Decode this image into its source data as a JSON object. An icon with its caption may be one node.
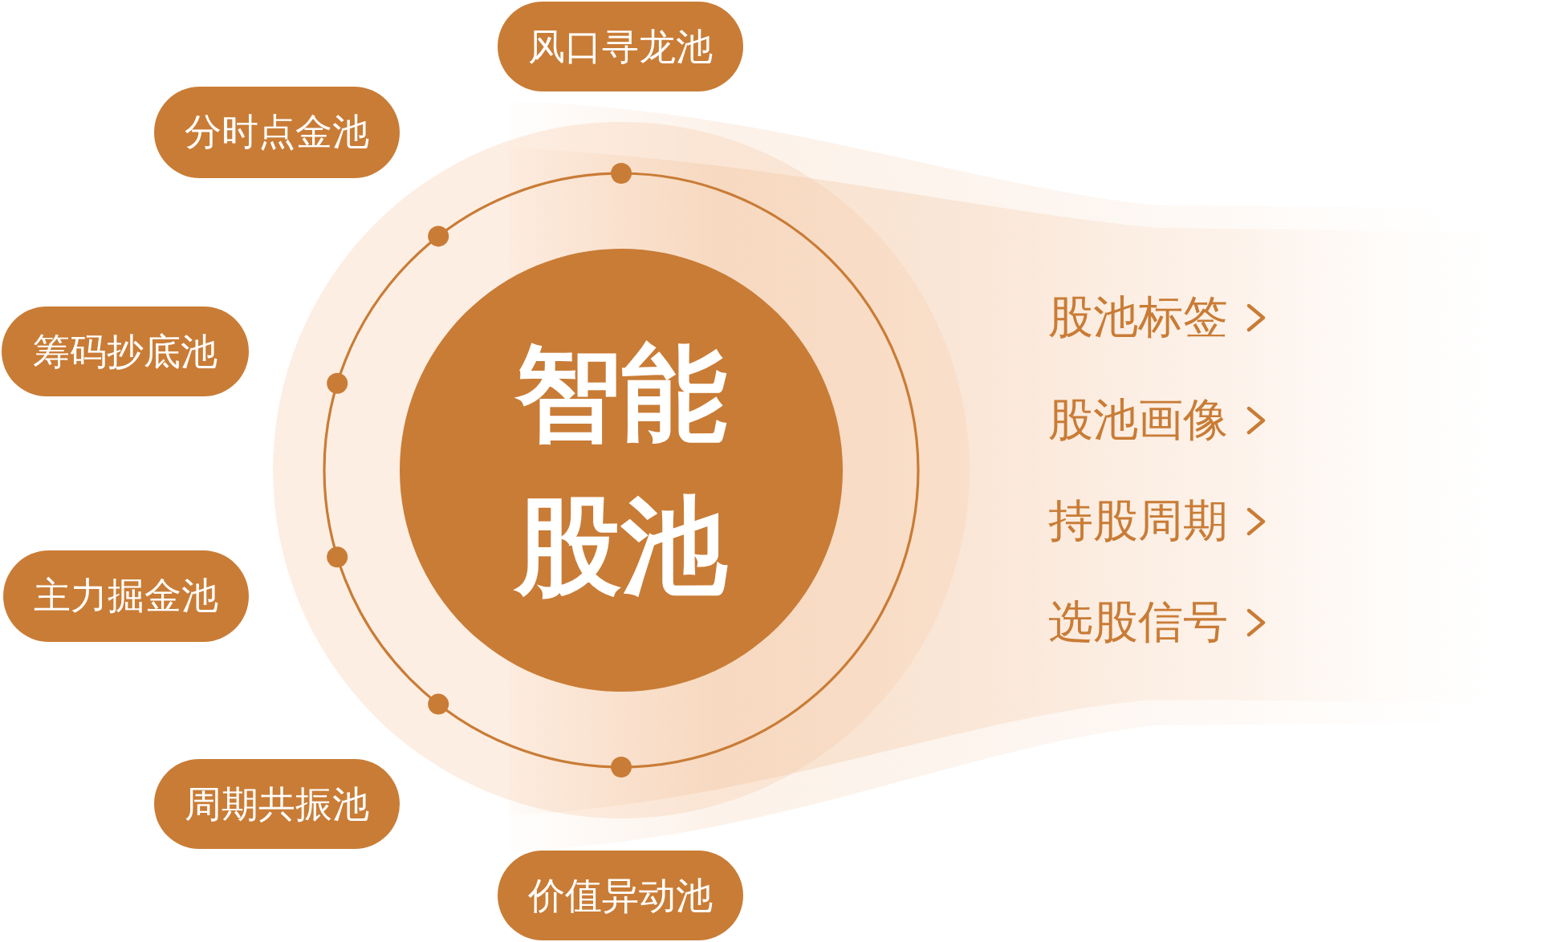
{
  "diagram": {
    "nodes": [
      {
        "text": [
          "风口寻龙池"
        ]
      },
      {
        "text": [
          "分时点金池"
        ]
      },
      {
        "text": [
          "筹码抄底池"
        ]
      },
      {
        "text": [
          "主力掘金池"
        ]
      },
      {
        "text": [
          "周期共振池"
        ]
      },
      {
        "text": [
          "价值异动池"
        ]
      },
      {
        "text": [
          "智能股池"
        ]
      },
      {
        "text": [
          "股池标签",
          "股池画像",
          "持股周期",
          "选股信号"
        ]
      }
    ]
  }
}
